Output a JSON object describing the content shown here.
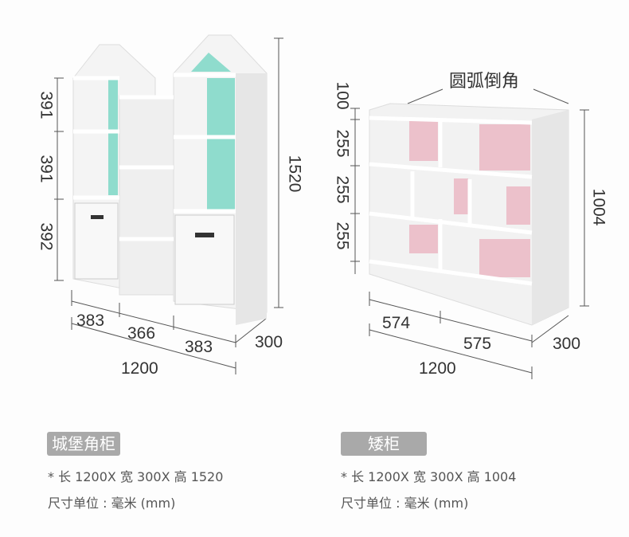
{
  "left_product": {
    "name": "城堡角柜",
    "spec": "*  长 1200X 宽 300X 高 1520",
    "unit": "尺寸单位 : 毫米 (mm)",
    "heights": [
      "391",
      "391",
      "392"
    ],
    "total_height": "1520",
    "widths": [
      "383",
      "366",
      "383"
    ],
    "depth": "300",
    "total_width": "1200",
    "accent_color": "#8fdccd"
  },
  "right_product": {
    "name": "矮柜",
    "spec": "*  长 1200X 宽 300X 高 1004",
    "unit": "尺寸单位 : 毫米 (mm)",
    "callout": "圆弧倒角",
    "heights": [
      "100",
      "255",
      "255",
      "255"
    ],
    "total_height": "1004",
    "widths": [
      "574",
      "575"
    ],
    "depth": "300",
    "total_width": "1200",
    "accent_color": "#ecc1cb"
  }
}
